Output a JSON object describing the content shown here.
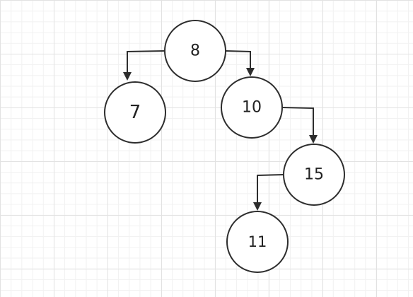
{
  "diagram": {
    "nodes": [
      {
        "id": "n8",
        "label": "8"
      },
      {
        "id": "n7",
        "label": "7"
      },
      {
        "id": "n10",
        "label": "10"
      },
      {
        "id": "n15",
        "label": "15"
      },
      {
        "id": "n11",
        "label": "11"
      }
    ],
    "edges": [
      {
        "from": "n8",
        "to": "n7"
      },
      {
        "from": "n8",
        "to": "n10"
      },
      {
        "from": "n10",
        "to": "n15"
      },
      {
        "from": "n15",
        "to": "n11"
      }
    ],
    "colors": {
      "stroke": "#2d2d2d",
      "text": "#222222",
      "background": "#ffffff",
      "grid_major": "#e2e2e2",
      "grid_minor": "#f1f1f1"
    }
  }
}
